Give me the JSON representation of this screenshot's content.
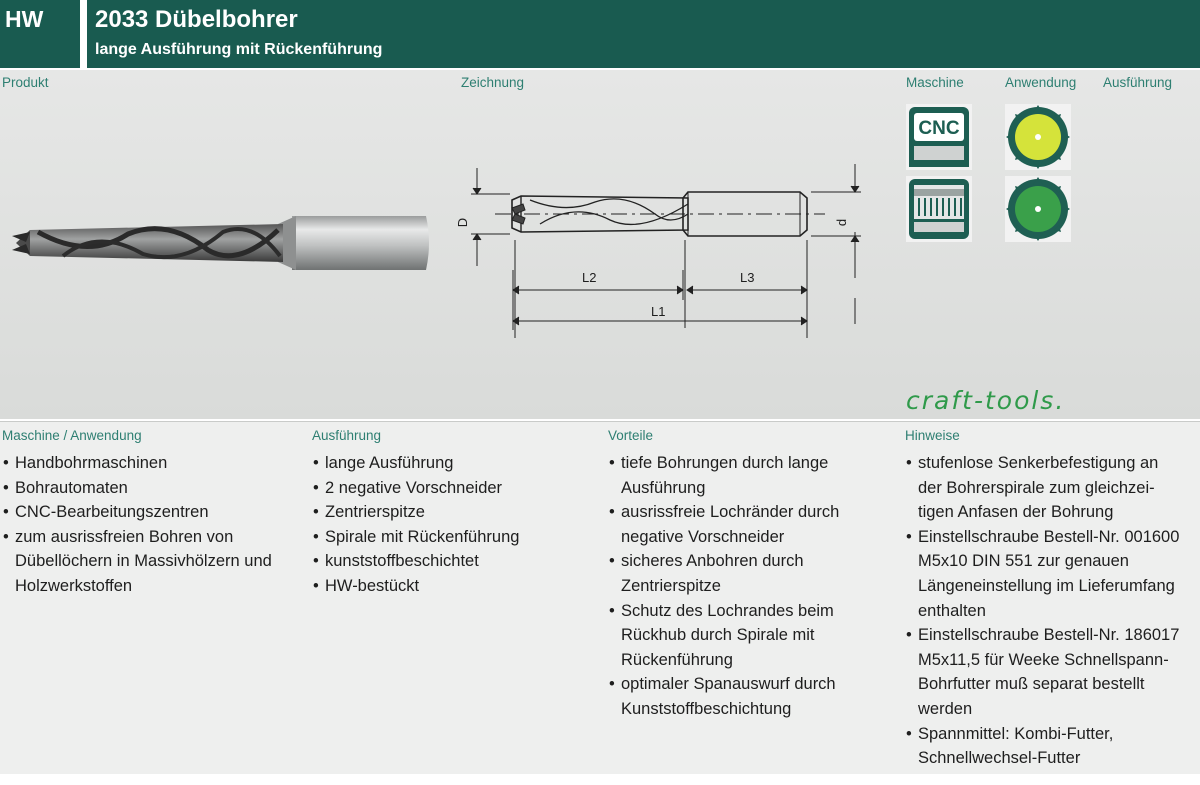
{
  "header": {
    "badge": "HW",
    "title": "2033 Dübelbohrer",
    "subtitle": "lange Ausführung mit Rückenführung"
  },
  "top_labels": {
    "produkt": "Produkt",
    "zeichnung": "Zeichnung",
    "maschine": "Maschine",
    "anwendung": "Anwendung",
    "ausfuehrung": "Ausführung"
  },
  "drawing_labels": {
    "D": "D",
    "d": "d",
    "L1": "L1",
    "L2": "L2",
    "L3": "L3"
  },
  "machine_icons": {
    "cnc_text": "CNC",
    "items": [
      "cnc-machine-icon",
      "drilling-machine-icon"
    ]
  },
  "application_icons": [
    "saw-blade-yellow-icon",
    "saw-blade-green-icon"
  ],
  "logo": "craft-tools.",
  "colors": {
    "header_bg": "#195b50",
    "label_green": "#2e7f72",
    "logo_green": "#2f9a4a",
    "icon_teal": "#1d5e52",
    "saw_green": "#3aa04a",
    "saw_yellow": "#d5e33a"
  },
  "sections": [
    {
      "heading": "Maschine / Anwendung",
      "items": [
        "Handbohrmaschinen",
        "Bohrautomaten",
        "CNC-Bearbeitungszentren",
        "zum ausrissfreien Bohren von Dübellöchern in Massivhölzern und Holzwerkstoffen"
      ]
    },
    {
      "heading": "Ausführung",
      "items": [
        "lange Ausführung",
        "2 negative Vorschneider",
        "Zentrierspitze",
        "Spirale mit Rückenführung",
        "kunststoffbeschichtet",
        "HW-bestückt"
      ]
    },
    {
      "heading": "Vorteile",
      "items": [
        "tiefe Bohrungen durch lange Ausführung",
        "ausrissfreie Lochränder durch negative Vorschneider",
        "sicheres Anbohren durch Zentrierspitze",
        "Schutz des Lochrandes beim Rückhub durch Spirale mit Rückenführung",
        "optimaler Spanauswurf durch Kunststoffbeschichtung"
      ]
    },
    {
      "heading": "Hinweise",
      "items": [
        "stufenlose Senkerbefestigung an der Bohrerspirale zum gleichzei-tigen Anfasen der Bohrung",
        "Einstellschraube Bestell-Nr. 001600 M5x10 DIN 551 zur genauen Längeneinstellung im Lieferumfang enthalten",
        "Einstellschraube Bestell-Nr. 186017 M5x11,5 für Weeke Schnellspann-Bohrfutter muß separat bestellt werden",
        "Spannmittel: Kombi-Futter, Schnellwechsel-Futter"
      ]
    }
  ]
}
